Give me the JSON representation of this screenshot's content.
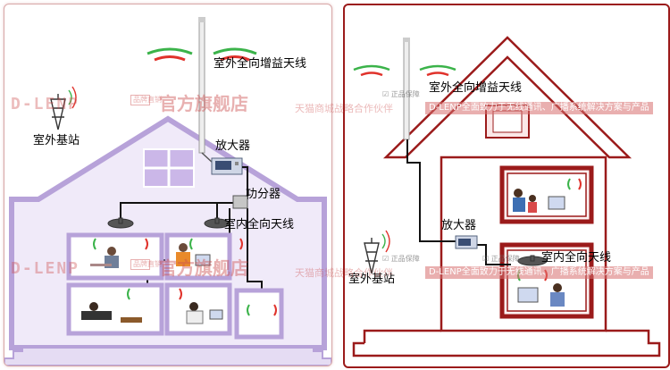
{
  "diagrams": [
    {
      "labels": {
        "outdoor_antenna": "室外全向增益天线",
        "base_station": "室外基站",
        "amplifier": "放大器",
        "splitter": "功分器",
        "indoor_antenna": "室内全向天线"
      }
    },
    {
      "labels": {
        "outdoor_antenna": "室外全向增益天线",
        "amplifier": "放大器",
        "indoor_antenna": "室内全向天线",
        "base_station": "室外基站"
      }
    }
  ],
  "watermark": {
    "brand": "D-LENP",
    "badge": "品牌直销",
    "store": "官方旗舰店",
    "partner": "天猫商城战略合作伙伴",
    "banner": "D-LENP全面致力于无线通讯、广播系统解决方案与产品",
    "check1": "☑ 正品保障",
    "check2": "☑ 正品保障",
    "check3": "☑ 正品保障"
  },
  "colors": {
    "house_left": "#b7a2d9",
    "house_right": "#9b1b1b",
    "signal_green": "#3bb34a",
    "signal_red": "#e0322b"
  }
}
